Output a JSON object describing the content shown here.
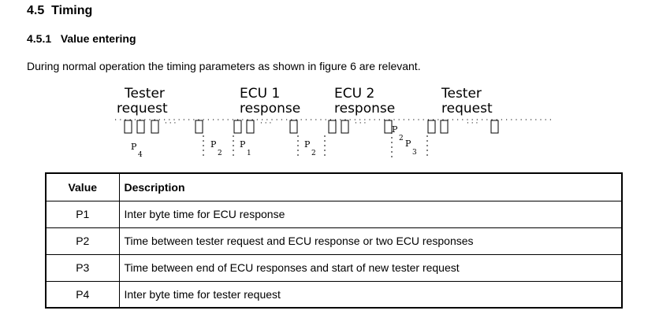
{
  "section": {
    "number": "4.5",
    "title": "Timing"
  },
  "subsection": {
    "number": "4.5.1",
    "title": "Value entering"
  },
  "paragraph": "During normal operation the timing parameters as shown in figure 6 are relevant.",
  "figure": {
    "captions": [
      {
        "line1": "Tester",
        "line2": "request"
      },
      {
        "line1": "ECU 1",
        "line2": "response"
      },
      {
        "line1": "ECU 2",
        "line2": "response"
      },
      {
        "line1": "Tester",
        "line2": "request"
      }
    ],
    "gaps": "· · ·",
    "labels": [
      {
        "letter": "P",
        "sub": "4"
      },
      {
        "letter": "P",
        "sub": "2"
      },
      {
        "letter": "P",
        "sub": "1"
      },
      {
        "letter": "P",
        "sub": "2"
      },
      {
        "letter": "P",
        "sub": "2"
      },
      {
        "letter": "P",
        "sub": "3"
      }
    ]
  },
  "table": {
    "headers": [
      "Value",
      "Description"
    ],
    "rows": [
      {
        "value": "P1",
        "description": "Inter byte time for ECU response"
      },
      {
        "value": "P2",
        "description": "Time between tester request and ECU response or two ECU responses"
      },
      {
        "value": "P3",
        "description": "Time between end of ECU responses and start of new tester request"
      },
      {
        "value": "P4",
        "description": "Inter byte time for tester request"
      }
    ]
  }
}
